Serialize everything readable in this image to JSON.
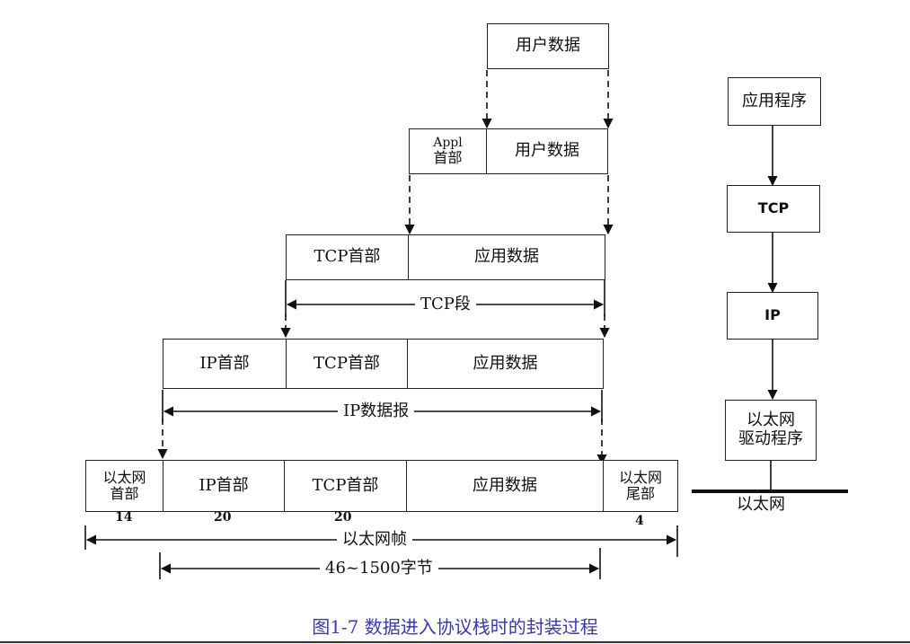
{
  "layer_user": {
    "user_data": "用户数据"
  },
  "layer_appl": {
    "appl_header_line1": "Appl",
    "appl_header_line2": "首部",
    "user_data": "用户数据"
  },
  "layer_tcp": {
    "tcp_header": "TCP首部",
    "app_data": "应用数据",
    "span_label": "TCP段"
  },
  "layer_ip": {
    "ip_header": "IP首部",
    "tcp_header": "TCP首部",
    "app_data": "应用数据",
    "span_label": "IP数据报"
  },
  "layer_eth": {
    "eth_header_line1": "以太网",
    "eth_header_line2": "首部",
    "ip_header": "IP首部",
    "tcp_header": "TCP首部",
    "app_data": "应用数据",
    "eth_trailer_line1": "以太网",
    "eth_trailer_line2": "尾部",
    "size_eth_header": "14",
    "size_ip_header": "20",
    "size_tcp_header": "20",
    "size_eth_trailer": "4",
    "frame_label": "以太网帧",
    "payload_label": "46~1500字节"
  },
  "stack": {
    "app": "应用程序",
    "tcp": "TCP",
    "ip": "IP",
    "driver_line1": "以太网",
    "driver_line2": "驱动程序",
    "network": "以太网"
  },
  "caption": "图1-7  数据进入协议栈时的封装过程"
}
